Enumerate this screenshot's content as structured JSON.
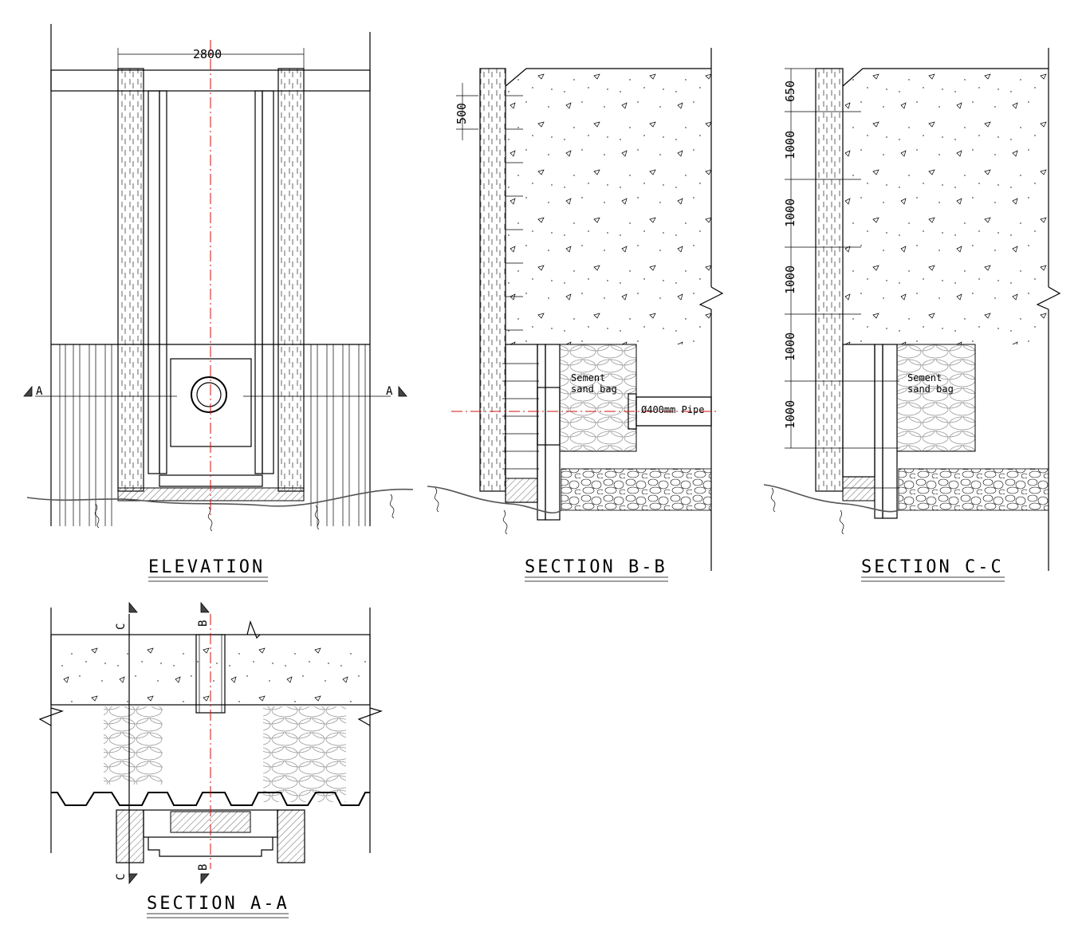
{
  "elevation": {
    "title": "ELEVATION",
    "width_dim": "2800",
    "section_mark_left": "A",
    "section_mark_right": "A"
  },
  "section_bb": {
    "title": "SECTION B-B",
    "spacing_dim": "500",
    "label_sandbag_1": "Sement",
    "label_sandbag_2": "sand bag",
    "pipe_label": "Ø400mm Pipe"
  },
  "section_cc": {
    "title": "SECTION C-C",
    "dims": [
      "650",
      "1000",
      "1000",
      "1000",
      "1000",
      "1000"
    ],
    "label_sandbag_1": "Sement",
    "label_sandbag_2": "sand bag"
  },
  "section_aa": {
    "title": "SECTION A-A",
    "cut_c_top": "C",
    "cut_b_top": "B",
    "cut_c_bottom": "C",
    "cut_b_bottom": "B"
  },
  "colors": {
    "line": "#000000",
    "centerline": "#d01010",
    "ground": "#555555"
  }
}
